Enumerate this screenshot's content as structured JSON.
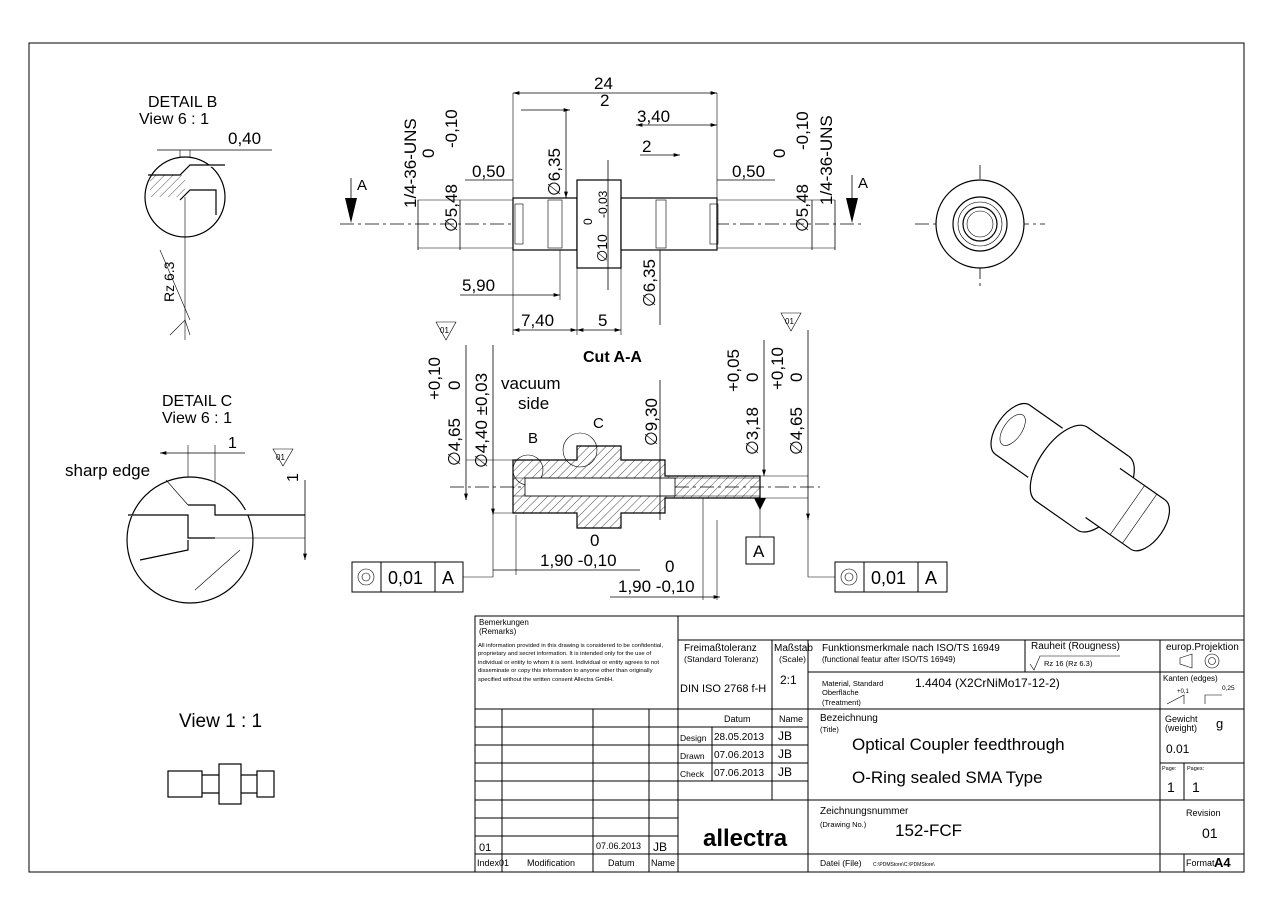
{
  "views": {
    "detail_b": {
      "title": "DETAIL B",
      "scale": "View 6 : 1",
      "dim_chamfer": "0,40",
      "roughness": "Rz 6.3"
    },
    "detail_c": {
      "title": "DETAIL C",
      "scale": "View 6 : 1",
      "note": "sharp edge",
      "dim_width": "1",
      "dim_height": "1",
      "surface_sym": "01"
    },
    "view_1_1": {
      "title": "View 1 : 1"
    },
    "section_mark": "A",
    "cut_label": "Cut A-A",
    "vacuum_label": "vacuum side",
    "vacuum_line1": "vacuum",
    "vacuum_line2": "side",
    "detail_mark_b": "B",
    "detail_mark_c": "C",
    "datum_label": "A"
  },
  "top_dims": {
    "overall": "24",
    "two_left": "2",
    "two_right": "2",
    "d340": "3,40",
    "d050_left": "0,50",
    "d050_right": "0,50",
    "phi635_top": "∅6,35",
    "phi635_bottom": "∅6,35",
    "phi10": "∅10",
    "phi10_tol": "0",
    "phi10_tol2": "-0,03",
    "left_thread": "1/4-36-UNS",
    "left_phi548": "∅5,48",
    "left_tol": "-0,10",
    "left_tol0": "0",
    "right_thread": "1/4-36-UNS",
    "right_phi548": "∅5,48",
    "right_tol": "-0,10",
    "right_tol0": "0",
    "d590": "5,90",
    "d740": "7,40",
    "d5": "5"
  },
  "section_dims": {
    "phi465_left": "∅4,65",
    "phi465_left_tol": "+0,10",
    "phi465_left_tol0": "0",
    "phi440": "∅4,40 ±0,03",
    "phi930": "∅9,30",
    "phi318": "∅3,18",
    "phi318_tol": "+0,05",
    "phi318_tol0": "0",
    "phi465_right": "∅4,65",
    "phi465_right_tol": "+0,10",
    "phi465_right_tol0": "0",
    "d190a": "1,90 -0,10",
    "d190a_tol0": "0",
    "d190b": "1,90 -0,10",
    "d190b_tol0": "0",
    "surf_left": "01",
    "surf_right": "01",
    "fcf_left_tol": "0,01",
    "fcf_left_datum": "A",
    "fcf_right_tol": "0,01",
    "fcf_right_datum": "A"
  },
  "title_block": {
    "remarks_label": "Bemerkungen",
    "remarks_label_en": "(Remarks)",
    "remarks_text": "All information provided in this drawing is considered to be confidential, proprietary and secret information. It is intended only for the use of individual or entity to whom it is sent. Individual or entity agrees to not disseminate or copy this information to anyone other than originally specified without the written consent Allectra GmbH.",
    "tol_label": "Freimaßtoleranz",
    "tol_label_en": "(Standard Toleranz)",
    "tol_value": "DIN ISO 2768 f-H",
    "scale_label": "Maßstab",
    "scale_label_en": "(Scale)",
    "scale_value": "2:1",
    "func_label": "Funktionsmerkmale nach ISO/TS 16949",
    "func_label_en": "(functional featur after ISO/TS 16949)",
    "rough_label": "Rauheit (Rougness)",
    "rough_value": "Rz 16 (Rz 6.3)",
    "proj_label": "europ.Projektion",
    "material_label": "Material, Standard",
    "surface_label": "Oberfläche",
    "treatment_label": "(Treatment)",
    "material_value": "1.4404 (X2CrNiMo17-12-2)",
    "edges_label": "Kanten (edges)",
    "edges_val1": "+0,1",
    "edges_val2": "0,25",
    "datum_col": "Datum",
    "name_col": "Name",
    "design_label": "Design",
    "design_date": "28.05.2013",
    "design_name": "JB",
    "drawn_label": "Drawn",
    "drawn_date": "07.06.2013",
    "drawn_name": "JB",
    "check_label": "Check",
    "check_date": "07.06.2013",
    "check_name": "JB",
    "title_label": "Bezeichnung",
    "title_label_en": "(Title)",
    "title_line1": "Optical Coupler feedthrough",
    "title_line2": "O-Ring sealed SMA Type",
    "weight_label": "Gewicht",
    "weight_label_en": "(weight)",
    "weight_unit": "g",
    "weight_value": "0.01",
    "page_label": "Page:",
    "pages_label": "Pages:",
    "page_value": "1",
    "pages_value": "1",
    "drawing_no_label": "Zeichnungsnummer",
    "drawing_no_label_en": "(Drawing No.)",
    "drawing_no": "152-FCF",
    "revision_label": "Revision",
    "revision_value": "01",
    "rev_index": "01",
    "rev_date": "07.06.2013",
    "rev_name": "JB",
    "index_col": "Index",
    "index_col2": "01",
    "modification_col": "Modification",
    "datum_col2": "Datum",
    "name_col2": "Name",
    "company_logo": "allectra",
    "file_label": "Datei (File)",
    "file_value": "C:\\PDMStore\\C:\\PDMStore\\",
    "format_label": "Format",
    "format_value": "A4"
  }
}
